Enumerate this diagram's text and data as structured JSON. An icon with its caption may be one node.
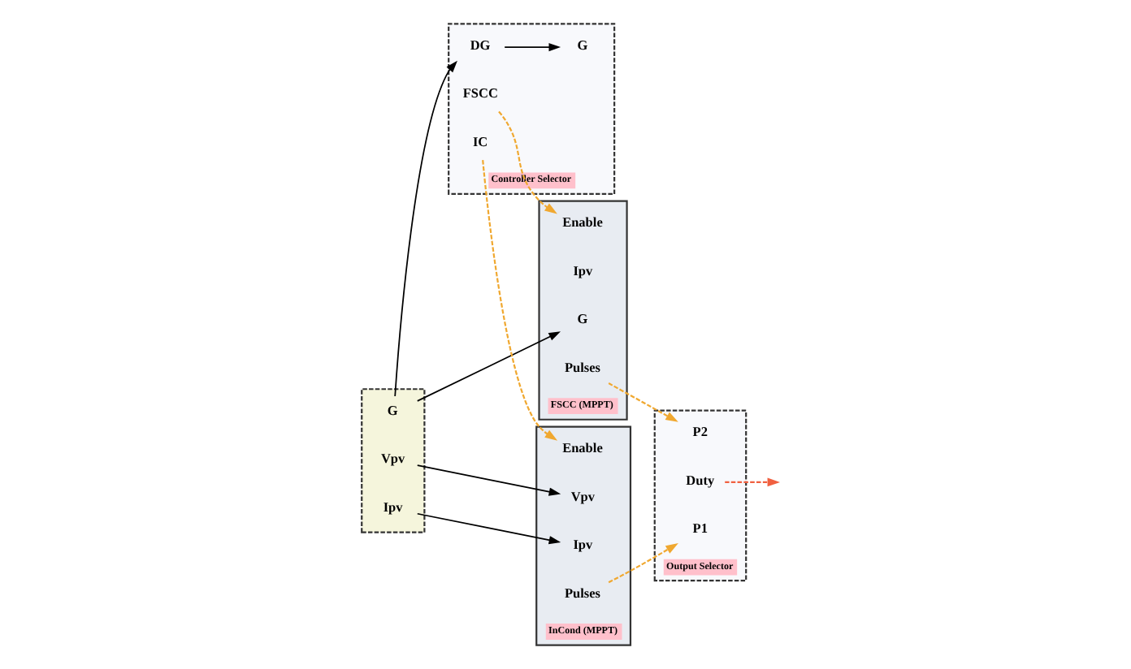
{
  "diagram": {
    "nodes": [
      {
        "text": [],
        "shape": "box"
      },
      {
        "text": [
          "G"
        ],
        "in": 0
      },
      {
        "text": [
          "Ipv"
        ],
        "in": 0
      },
      {
        "text": [
          "Vpv"
        ],
        "in": 0
      },
      {
        "text": [
          "InCond (MPPT)"
        ]
      },
      {
        "text": [
          "Vpv"
        ],
        "in": 4
      },
      {
        "text": [
          "Ipv"
        ],
        "in": 4
      },
      {
        "text": [
          "Enable"
        ],
        "in": 4
      },
      {
        "text": [
          "Pulses"
        ],
        "in": 4
      },
      {
        "text": [
          "Controller Selector"
        ]
      },
      {
        "text": [
          "G"
        ],
        "in": 9
      },
      {
        "text": [
          "IC"
        ],
        "in": 9
      },
      {
        "text": [
          "DG"
        ],
        "in": 9
      },
      {
        "text": [
          "FSCC"
        ],
        "in": 9
      },
      {
        "text": [
          "FSCC (MPPT)"
        ]
      },
      {
        "text": [
          "G"
        ],
        "in": 14
      },
      {
        "text": [
          "Ipv"
        ],
        "in": 14
      },
      {
        "text": [
          "Enable"
        ],
        "in": 14
      },
      {
        "text": [
          "Pulses"
        ],
        "in": 14
      },
      {
        "text": [
          "Output Selector"
        ]
      },
      {
        "text": [
          "P1"
        ],
        "in": 19
      },
      {
        "text": [
          "Duty"
        ],
        "in": 19
      },
      {
        "text": [
          "P2"
        ],
        "in": 19
      }
    ],
    "edges": [
      {
        "from": 3,
        "to": 5,
        "arrow": "to"
      },
      {
        "from": 2,
        "to": 6,
        "arrow": "to"
      },
      {
        "from": 1,
        "to": 15,
        "arrow": "to"
      },
      {
        "from": 1,
        "to": 12,
        "arrow": "to"
      },
      {
        "from": 12,
        "to": 10,
        "arrow": "to"
      },
      {
        "from": 11,
        "to": 7,
        "arrow": "to",
        "style": "dashed",
        "color": "#f0a830"
      },
      {
        "from": 13,
        "to": 17,
        "arrow": "to",
        "style": "dashed",
        "color": "#f0a830"
      },
      {
        "from": 8,
        "to": 20,
        "arrow": "to",
        "style": "dashed",
        "color": "#f0a830"
      },
      {
        "from": 18,
        "to": 22,
        "arrow": "to",
        "style": "dashed",
        "color": "#f0a830"
      },
      {
        "from": 21,
        "to": null,
        "arrow": "to",
        "style": "dashed",
        "color": "#f06040"
      }
    ]
  }
}
